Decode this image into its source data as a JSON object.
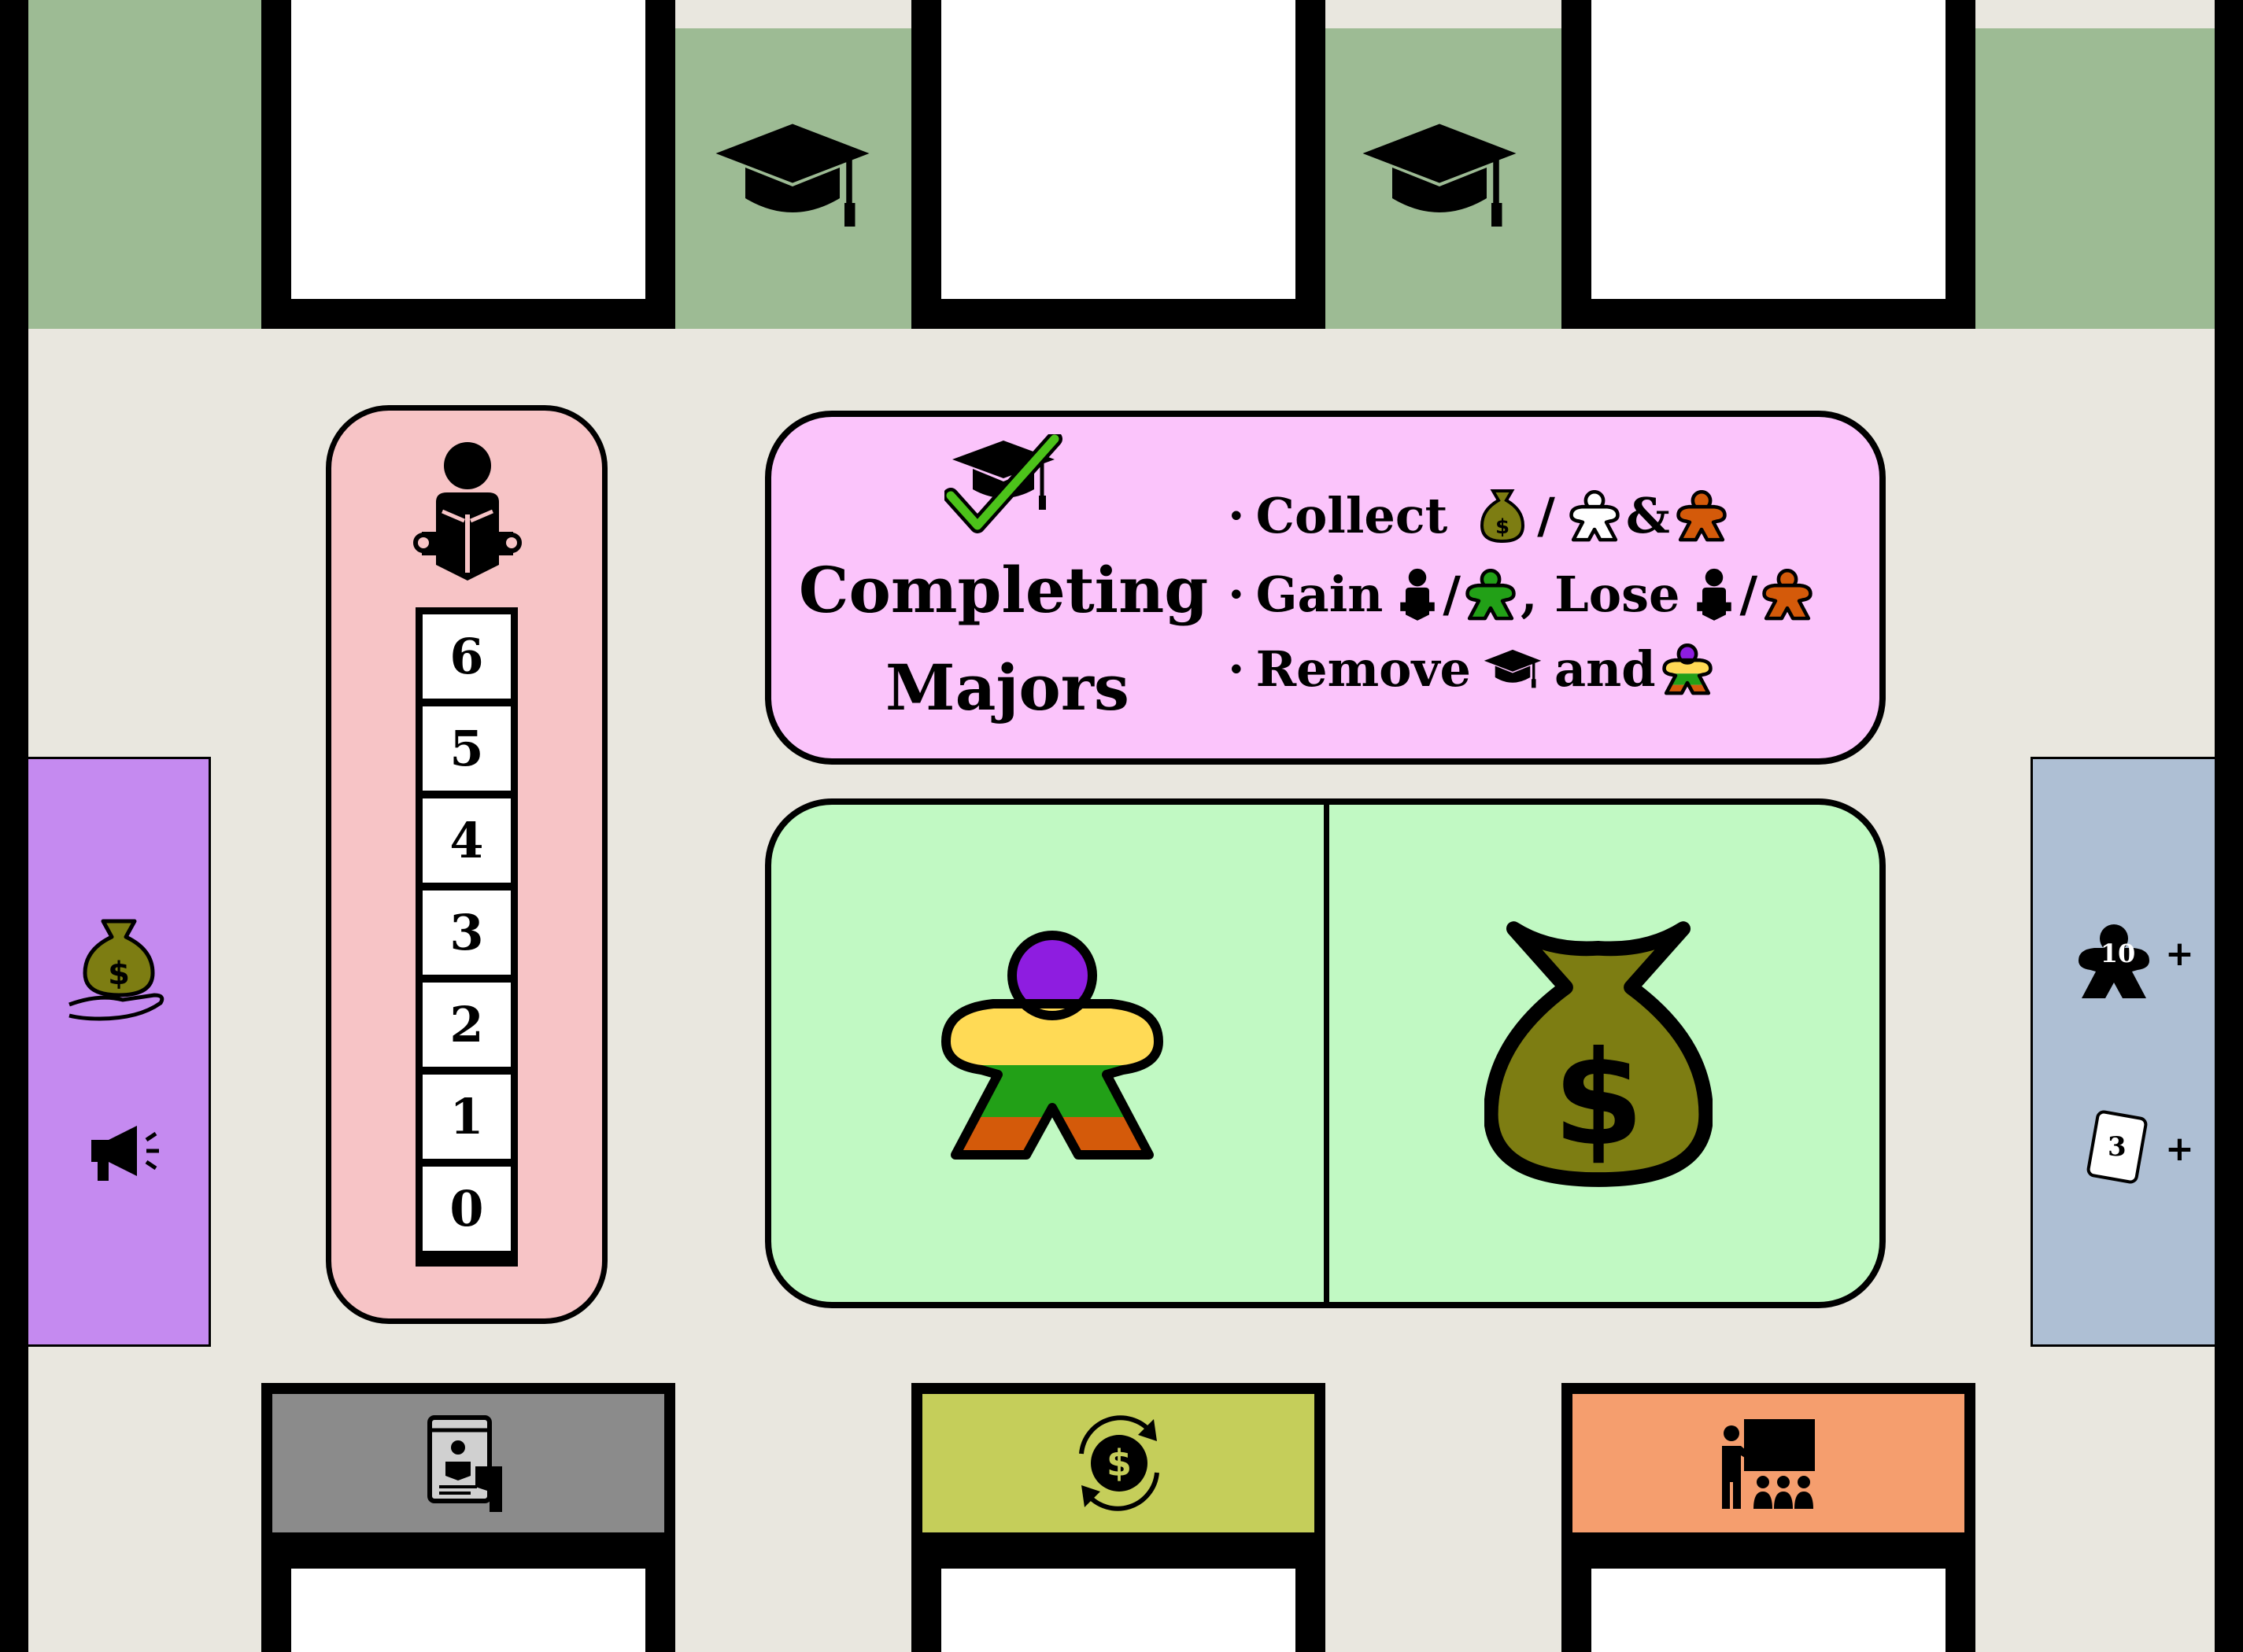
{
  "title": {
    "line1": "Completing",
    "line2": "Majors"
  },
  "rules": [
    {
      "bullet": "·",
      "text1": "Collect",
      "sep1": "/",
      "sep2": "&"
    },
    {
      "bullet": "·",
      "text1": "Gain",
      "sep1": "/",
      "text2": ", Lose",
      "sep2": "/"
    },
    {
      "bullet": "·",
      "text1": "Remove",
      "text2": "and"
    }
  ],
  "track": {
    "values": [
      "6",
      "5",
      "4",
      "3",
      "2",
      "1",
      "0"
    ]
  },
  "right_panel": {
    "meeple_count": "10",
    "meeple_plus": "+",
    "card_count": "3",
    "card_plus": "+"
  },
  "icons": {
    "top_slots": [
      "graduation-cap-icon",
      "graduation-cap-icon"
    ],
    "left_panel": [
      "money-in-hand-icon",
      "megaphone-icon"
    ],
    "track_header": "student-reading-icon",
    "actions": [
      "rainbow-meeple-icon",
      "money-bag-icon"
    ],
    "bottom_slots": [
      "reading-profile-icon",
      "money-exchange-icon",
      "teacher-classroom-icon"
    ]
  },
  "colors": {
    "board": "#e9e7df",
    "top_green": "#9dbb94",
    "left_purple": "#c58af0",
    "right_blue": "#aebfd4",
    "track_pink": "#f7c4c6",
    "info_pink": "#fbc4fb",
    "action_green": "#c1f9c3",
    "bottom_gray": "#8b8b8b",
    "bottom_olive": "#c5ce5a",
    "bottom_orange": "#f59e6e",
    "money_olive": "#7d7d12",
    "meeple_orange": "#d45a0a",
    "meeple_green": "#22a017",
    "meeple_yellow": "#ffda55",
    "meeple_purple": "#8e1de0"
  }
}
